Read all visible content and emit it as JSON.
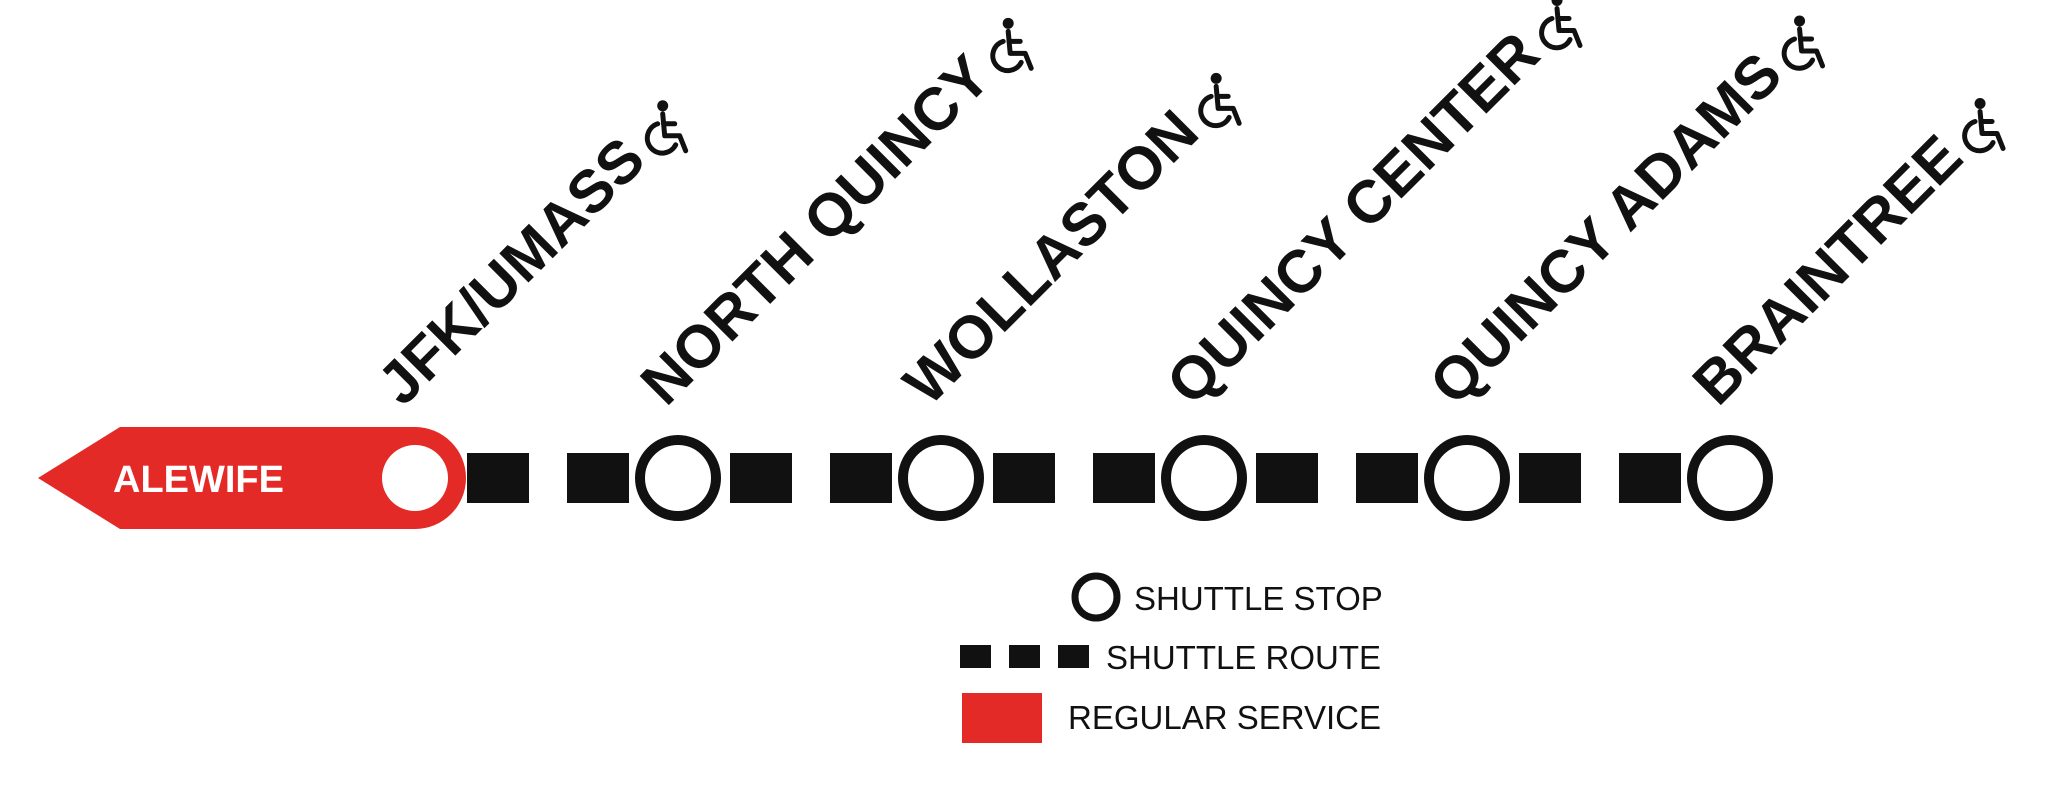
{
  "colors": {
    "regular_service": "#E32A26",
    "shuttle": "#111111",
    "stop_fill": "#ffffff"
  },
  "terminus": {
    "label": "ALEWIFE",
    "direction_icon": "left-arrow-icon"
  },
  "stations": [
    {
      "name": "JFK/UMASS",
      "accessible": true,
      "icon": "wheelchair-icon"
    },
    {
      "name": "NORTH QUINCY",
      "accessible": true,
      "icon": "wheelchair-icon"
    },
    {
      "name": "WOLLASTON",
      "accessible": true,
      "icon": "wheelchair-icon"
    },
    {
      "name": "QUINCY CENTER",
      "accessible": true,
      "icon": "wheelchair-icon"
    },
    {
      "name": "QUINCY ADAMS",
      "accessible": true,
      "icon": "wheelchair-icon"
    },
    {
      "name": "BRAINTREE",
      "accessible": true,
      "icon": "wheelchair-icon"
    }
  ],
  "legend": {
    "shuttle_stop": "SHUTTLE STOP",
    "shuttle_route": "SHUTTLE ROUTE",
    "regular_service": "REGULAR SERVICE"
  }
}
